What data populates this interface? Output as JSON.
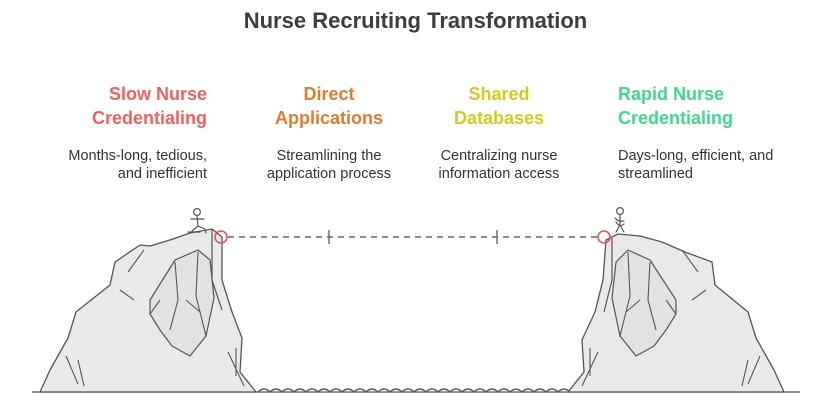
{
  "title": "Nurse Recruiting Transformation",
  "stages": [
    {
      "heading_line1": "Slow Nurse",
      "heading_line2": "Credentialing",
      "desc_line1": "Months-long, tedious,",
      "desc_line2": "and inefficient",
      "color": "#f25f5c"
    },
    {
      "heading_line1": "Direct",
      "heading_line2": "Applications",
      "desc_line1": "Streamlining the",
      "desc_line2": "application process",
      "color": "#e07b2b"
    },
    {
      "heading_line1": "Shared",
      "heading_line2": "Databases",
      "desc_line1": "Centralizing nurse",
      "desc_line2": "information access",
      "color": "#d7c918"
    },
    {
      "heading_line1": "Rapid Nurse",
      "heading_line2": "Credentialing",
      "desc_line1": "Days-long, efficient, and",
      "desc_line2": "streamlined",
      "color": "#3fd98a"
    }
  ],
  "colors": {
    "rock_fill": "#e9e9e9",
    "outline": "#555555",
    "marker": "#e05555"
  }
}
